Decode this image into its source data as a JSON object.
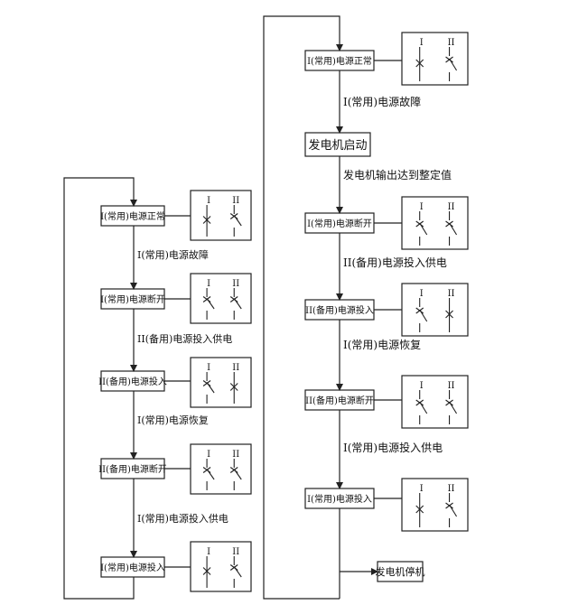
{
  "left_column": {
    "steps": [
      {
        "label": "I(常用)电源正常",
        "state": "I closed, II open"
      },
      {
        "label": "I(常用)电源断开",
        "state": "I open, II open"
      },
      {
        "label": "II(备用)电源投入",
        "state": "I open, II closed"
      },
      {
        "label": "II(备用)电源断开",
        "state": "I open, II open"
      },
      {
        "label": "I(常用)电源投入",
        "state": "I closed, II open"
      }
    ],
    "transitions": [
      "I(常用)电源故障",
      "II(备用)电源投入供电",
      "I(常用)电源恢复",
      "I(常用)电源投入供电"
    ]
  },
  "right_column": {
    "steps": [
      {
        "label": "I(常用)电源正常",
        "state": "I closed, II open"
      },
      {
        "label": "发电机启动"
      },
      {
        "label": "I(常用)电源断开",
        "state": "I open, II open"
      },
      {
        "label": "II(备用)电源投入",
        "state": "I open, II closed"
      },
      {
        "label": "II(备用)电源断开",
        "state": "I open, II open"
      },
      {
        "label": "I(常用)电源投入",
        "state": "I closed, II open"
      }
    ],
    "transitions": [
      "I(常用)电源故障",
      "发电机输出达到整定值",
      "II(备用)电源投入供电",
      "I(常用)电源恢复",
      "I(常用)电源投入供电"
    ],
    "end_label": "发电机停机"
  },
  "switch_labels": {
    "first": "I",
    "second": "II"
  }
}
